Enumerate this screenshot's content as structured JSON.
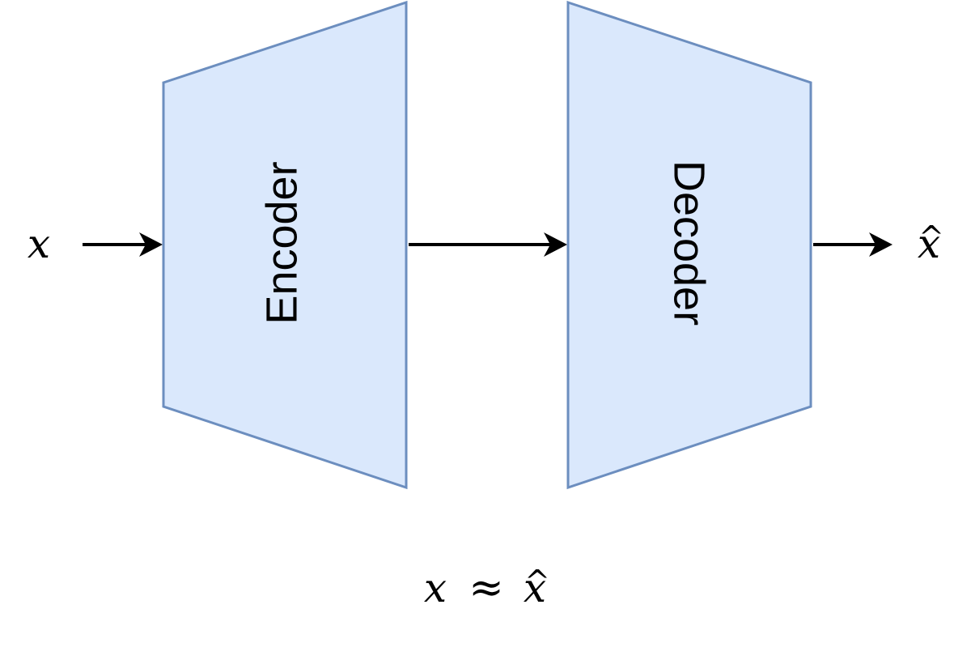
{
  "diagram": {
    "type": "encoder-decoder",
    "colors": {
      "block_fill": "#dae8fc",
      "block_stroke": "#6c8ebf",
      "edge": "#000000",
      "text": "#000000"
    },
    "input": {
      "symbol": "x"
    },
    "encoder": {
      "label": "Encoder"
    },
    "decoder": {
      "label": "Decoder"
    },
    "output": {
      "symbol": "x",
      "accent": "^"
    },
    "relation": {
      "left": "x",
      "operator": "≈",
      "right": "x",
      "right_accent": "^"
    }
  }
}
